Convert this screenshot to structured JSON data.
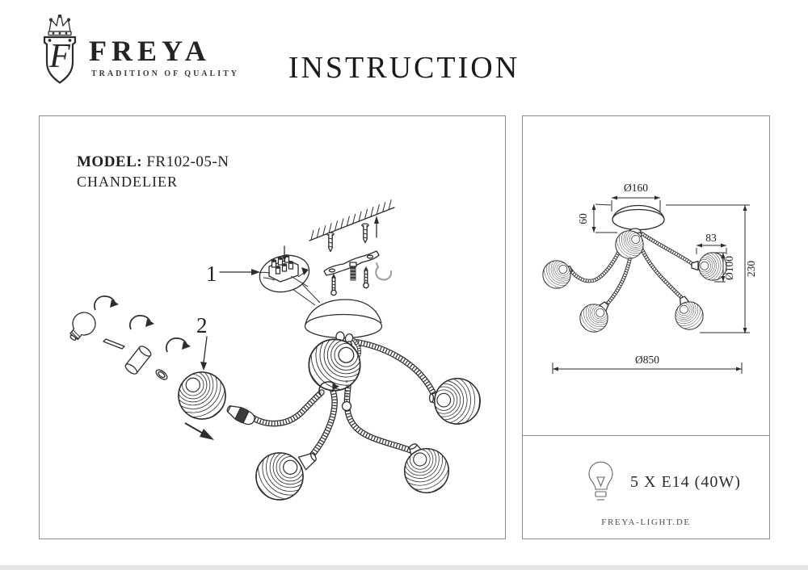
{
  "header": {
    "title": "INSTRUCTION",
    "brand": {
      "name": "FREYA",
      "tagline": "TRADITION OF QUALITY",
      "monogram": "F"
    }
  },
  "product_panel": {
    "model_label": "MODEL:",
    "model_number": "FR102-05-N",
    "product_type": "CHANDELIER",
    "callouts": {
      "terminal_block": "1",
      "shade": "2"
    }
  },
  "dimension_panel": {
    "canopy_diameter": "Ø160",
    "canopy_height": "60",
    "shade_width": "83",
    "shade_diameter": "Ø100",
    "fixture_height": "230",
    "fixture_diameter": "Ø850"
  },
  "spec_panel": {
    "bulb_icon": "light-bulb-icon",
    "bulb_spec": "5 X E14 (40W)",
    "website": "FREYA-LIGHT.DE"
  },
  "colors": {
    "line": "#2d2d2d",
    "panel_border": "#8d8d8d",
    "dark_fill": "#3d3d3d",
    "footer_strip": "#e6e6e6"
  }
}
